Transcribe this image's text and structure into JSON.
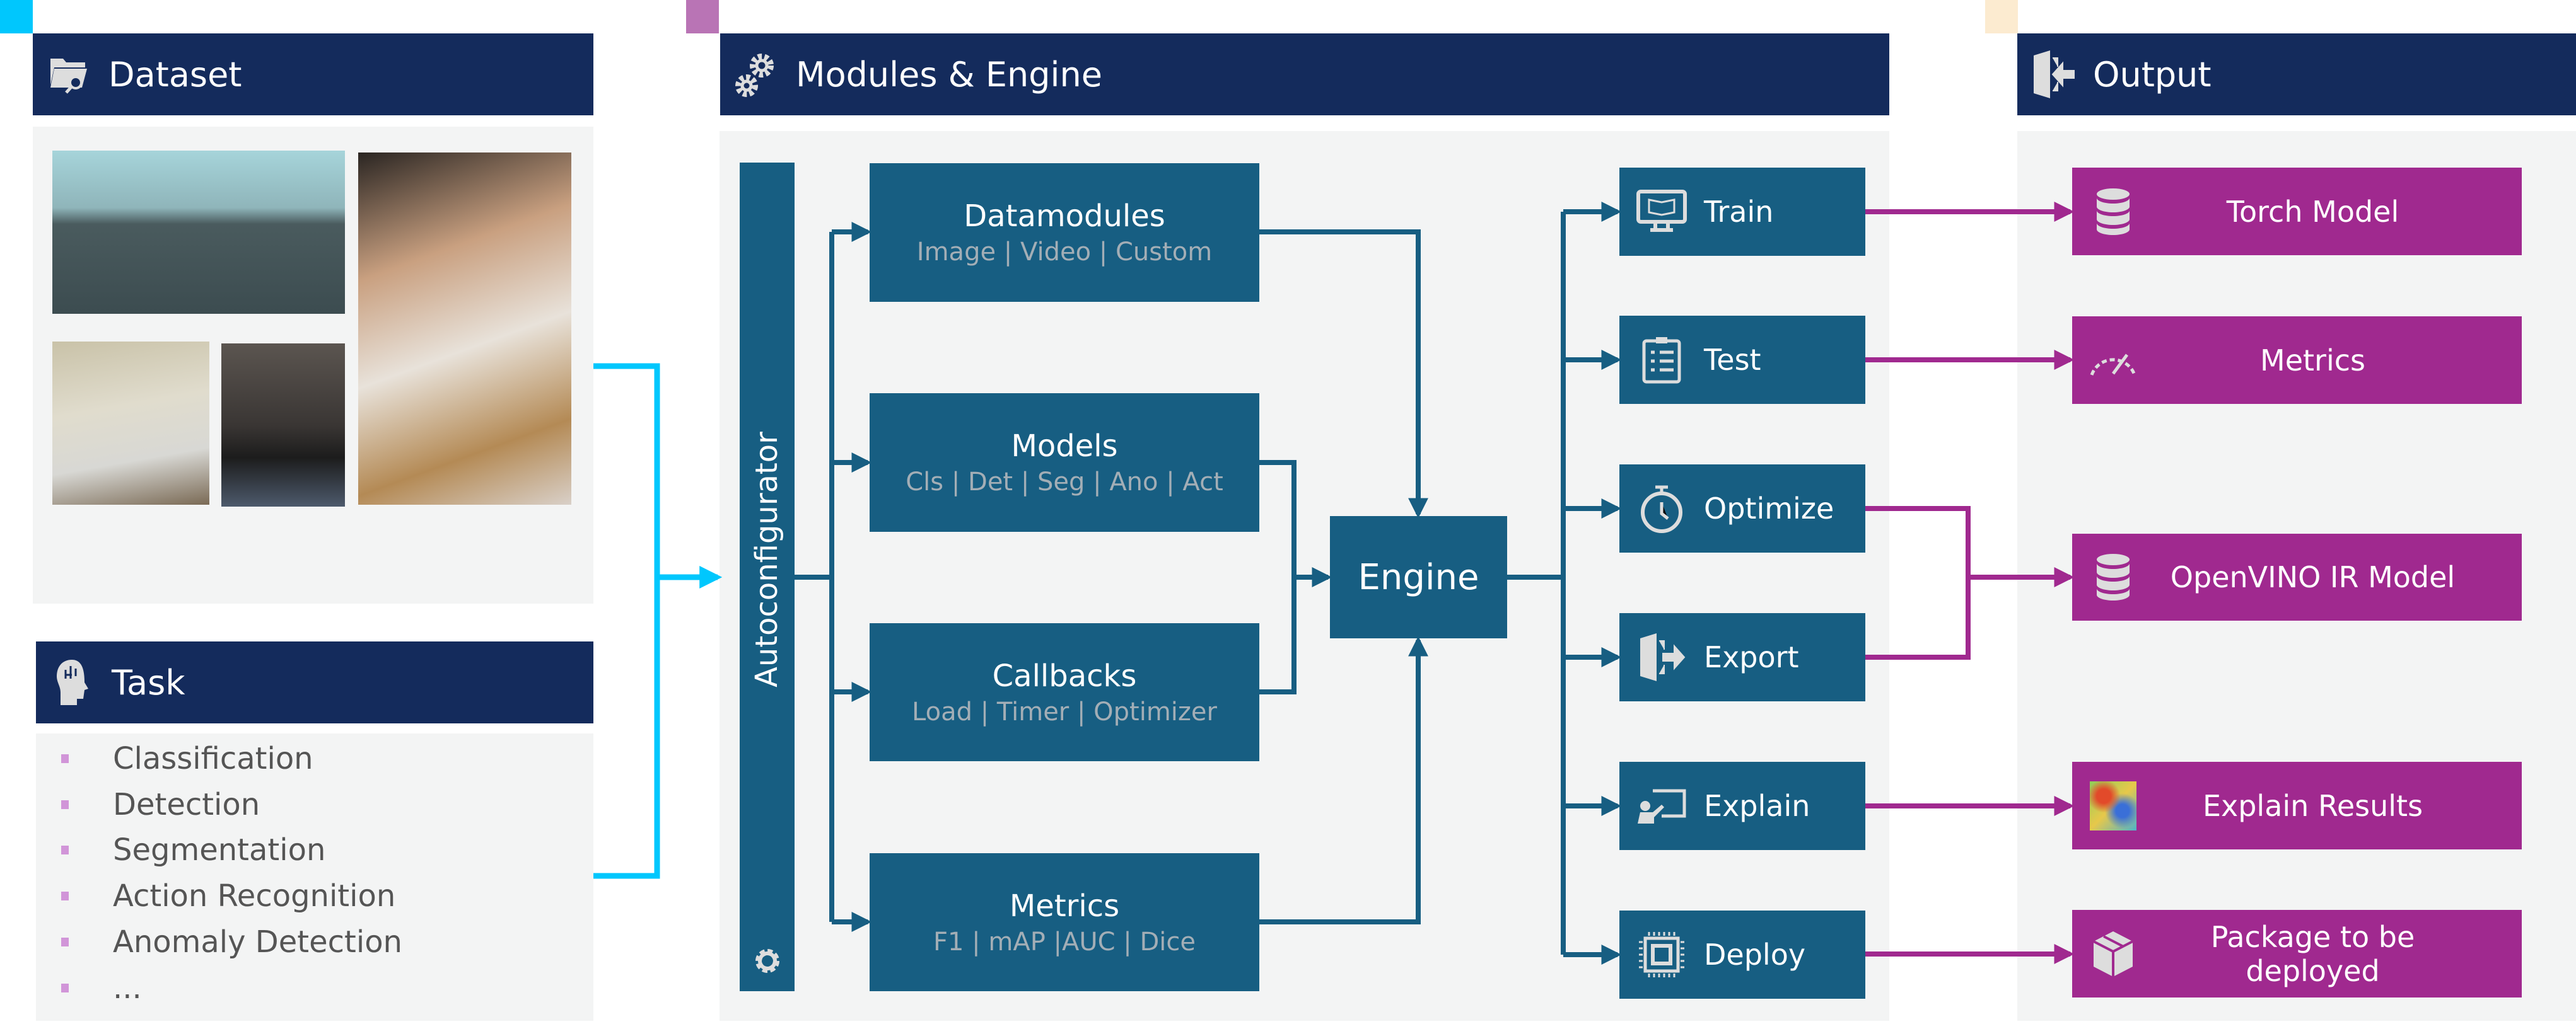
{
  "colors": {
    "navy": "#142b5c",
    "teal": "#175e82",
    "purple": "#a0298f",
    "panel": "#f3f4f4",
    "cyan": "#00c7fd",
    "accent_modules": "#b974b5",
    "accent_output": "#fcebd0"
  },
  "dataset": {
    "title": "Dataset",
    "icon": "folder-search-icon"
  },
  "task": {
    "title": "Task",
    "icon": "brain-head-icon",
    "items": [
      "Classification",
      "Detection",
      "Segmentation",
      "Action Recognition",
      "Anomaly Detection",
      "..."
    ]
  },
  "modules": {
    "title": "Modules & Engine",
    "icon": "gears-icon",
    "autoconfigurator": "Autoconfigurator",
    "boxes": [
      {
        "title": "Datamodules",
        "sub": "Image | Video | Custom"
      },
      {
        "title": "Models",
        "sub": "Cls | Det | Seg | Ano | Act"
      },
      {
        "title": "Callbacks",
        "sub": "Load | Timer | Optimizer"
      },
      {
        "title": "Metrics",
        "sub": "F1 | mAP |AUC | Dice"
      }
    ],
    "engine": "Engine",
    "actions": [
      {
        "label": "Train",
        "icon": "monitor-book-icon"
      },
      {
        "label": "Test",
        "icon": "clipboard-checklist-icon"
      },
      {
        "label": "Optimize",
        "icon": "stopwatch-icon"
      },
      {
        "label": "Export",
        "icon": "export-door-icon"
      },
      {
        "label": "Explain",
        "icon": "presentation-icon"
      },
      {
        "label": "Deploy",
        "icon": "chip-icon"
      }
    ]
  },
  "output": {
    "title": "Output",
    "icon": "import-door-icon",
    "items": [
      {
        "label": "Torch Model",
        "icon": "database-icon"
      },
      {
        "label": "Metrics",
        "icon": "gauge-icon"
      },
      {
        "label": "OpenVINO IR Model",
        "icon": "database-icon"
      },
      {
        "label": "Explain Results",
        "icon": "saliency-map-icon"
      },
      {
        "label": "Package to be deployed",
        "icon": "package-icon"
      }
    ]
  }
}
